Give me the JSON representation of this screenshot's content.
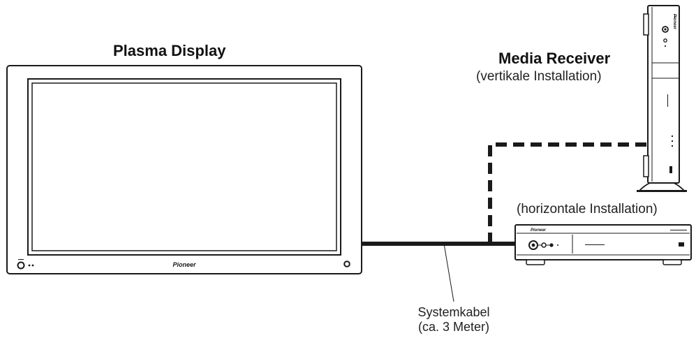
{
  "plasma_display": {
    "title": "Plasma Display",
    "brand": "Pioneer"
  },
  "media_receiver": {
    "title": "Media Receiver",
    "vertical_note": "(vertikale Installation)",
    "horizontal_note": "(horizontale Installation)",
    "brand": "Pioneer"
  },
  "cable": {
    "label_line1": "Systemkabel",
    "label_line2": "(ca. 3 Meter)"
  },
  "colors": {
    "line": "#1a1a1a",
    "fill": "#ffffff"
  }
}
